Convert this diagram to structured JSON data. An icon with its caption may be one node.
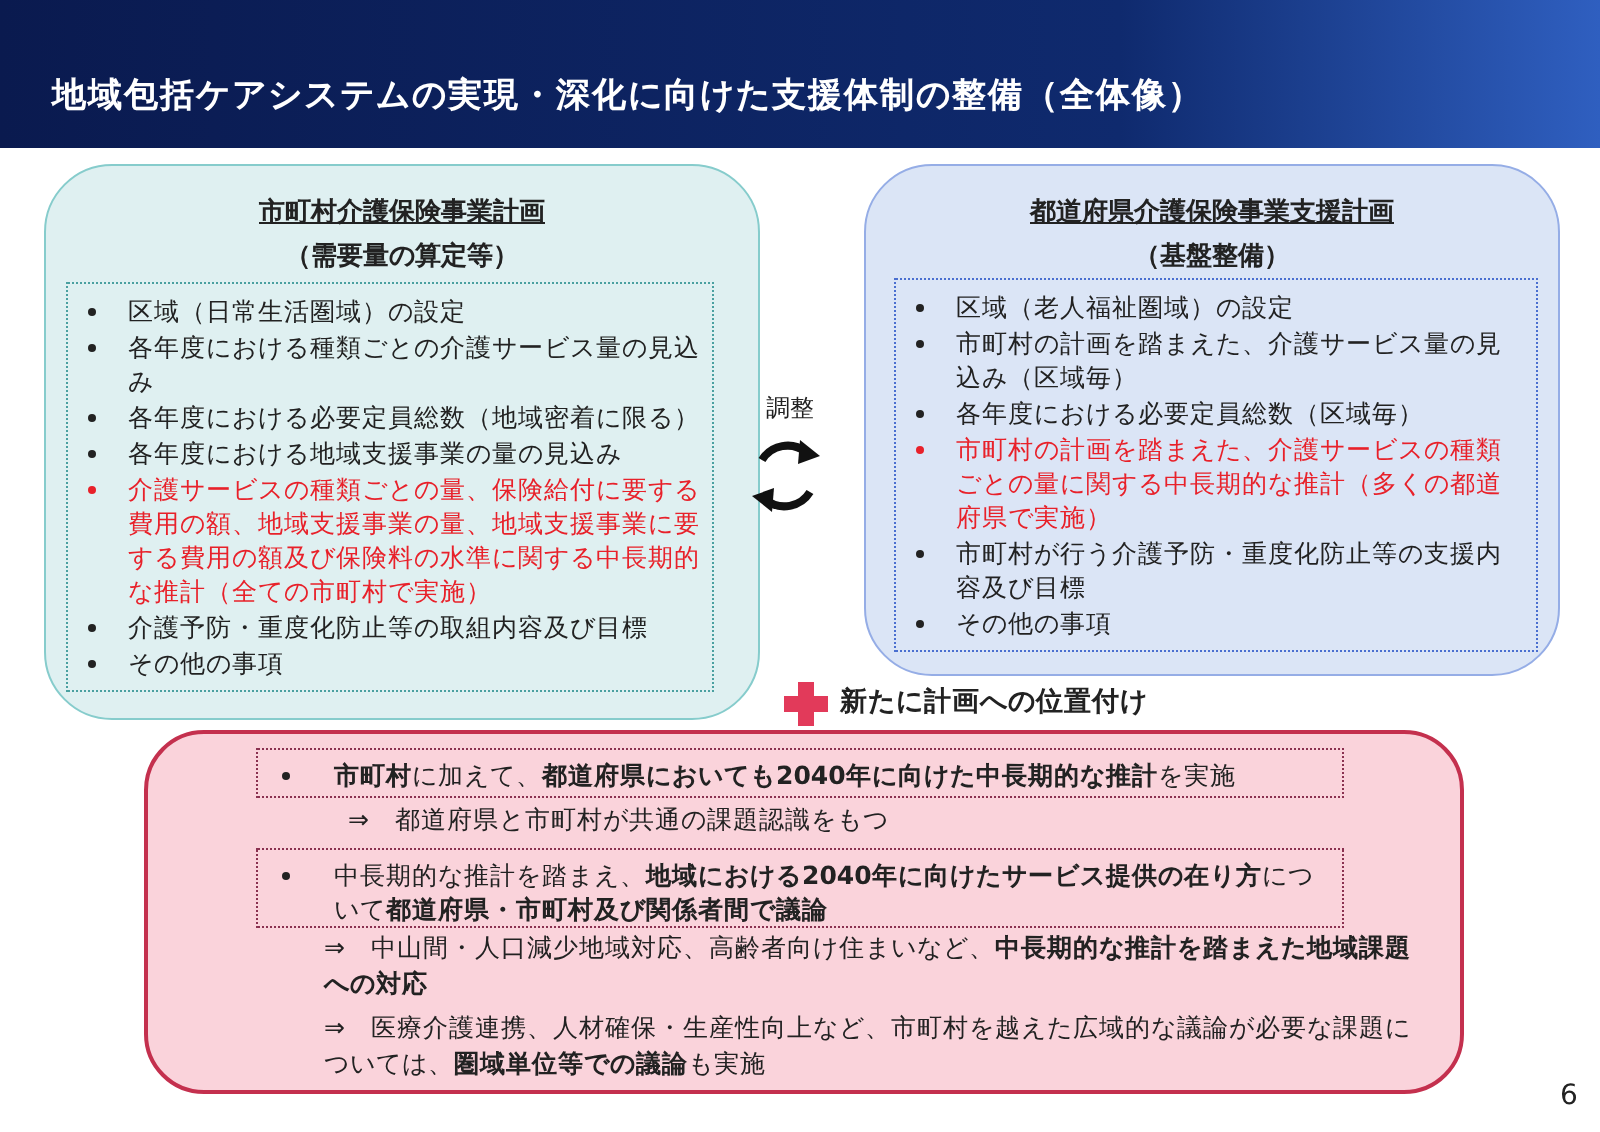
{
  "diagram": {
    "title": "地域包括ケアシステムの実現・深化に向けた支援体制の整備（全体像）",
    "nodes": [
      {
        "text": [
          "市町村介護保険事業計画",
          "（需要量の算定等）"
        ]
      },
      {
        "text": [
          "区域（日常生活圏域）の設定",
          "各年度における種類ごとの介護サービス量の見込み",
          "各年度における必要定員総数（地域密着に限る）",
          "各年度における地域支援事業の量の見込み",
          "介護サービスの種類ごとの量、保険給付に要する費用の額、地域支援事業の量、地域支援事業に要する費用の額及び保険料の水準に関する中長期的な推計（全ての市町村で実施）",
          "介護予防・重度化防止等の取組内容及び目標",
          "その他の事項"
        ],
        "in": 0
      },
      {
        "text": [
          "都道府県介護保険事業支援計画",
          "（基盤整備）"
        ]
      },
      {
        "text": [
          "区域（老人福祉圏域）の設定",
          "市町村の計画を踏まえた、介護サービス量の見込み（区域毎）",
          "各年度における必要定員総数（区域毎）",
          "市町村の計画を踏まえた、介護サービスの種類ごとの量に関する中長期的な推計（多くの都道府県で実施）",
          "市町村が行う介護予防・重度化防止等の支援内容及び目標",
          "その他の事項"
        ],
        "in": 2
      },
      {
        "text": [
          "新たに計画への位置付け",
          "⇒　都道府県と市町村が共通の課題認識をもつ",
          "⇒　中山間・人口減少地域対応、高齢者向け住まいなど、**中長期的な推計を踏まえた地域課題への対応**",
          "⇒　医療介護連携、人材確保・生産性向上など、市町村を越えた広域的な議論が必要な課題については、**圏域単位等での議論**も実施"
        ]
      },
      {
        "text": [
          "**市町村**に加えて、**都道府県においても2040年に向けた中長期的な推計**を実施"
        ],
        "in": 4
      },
      {
        "text": [
          "中長期的な推計を踏まえ、**地域における2040年に向けたサービス提供の在り方**について**都道府県・市町村及び関係者間で議論**"
        ],
        "in": 4
      }
    ],
    "edges": [],
    "labels": [
      "調整",
      "6"
    ]
  }
}
